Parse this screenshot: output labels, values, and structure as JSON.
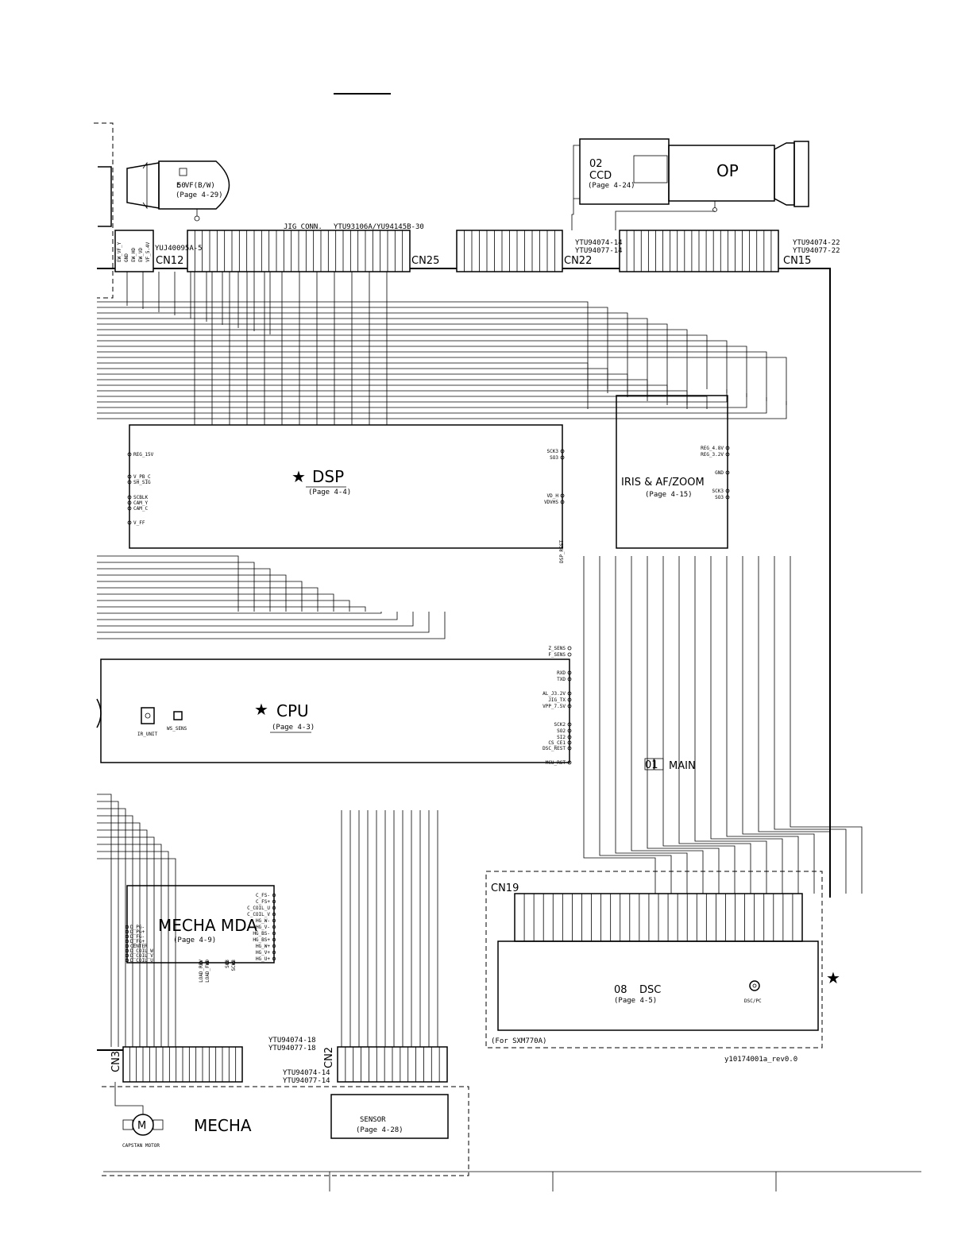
{
  "evf": {
    "badge": "50",
    "name": "E VF(B/W)",
    "page": "(Page 4-29)"
  },
  "ccd": {
    "badge": "02",
    "name": "CCD",
    "page": "(Page 4-24)"
  },
  "op": {
    "name": "OP"
  },
  "dsp": {
    "name": "DSP",
    "page": "(Page 4-4)"
  },
  "iris": {
    "name": "IRIS & AF/ZOOM",
    "page": "(Page 4-15)"
  },
  "cpu": {
    "name": "CPU",
    "page": "(Page 4-3)"
  },
  "main": {
    "badge": "01",
    "name": "MAIN"
  },
  "mecha_mda": {
    "name": "MECHA MDA",
    "page": "(Page 4-9)"
  },
  "dsc": {
    "badge": "08",
    "name": "DSC",
    "page": "(Page 4-5)",
    "jack": "DSC/PC",
    "note": "(For SXM770A)"
  },
  "sensor": {
    "name": "SENSOR",
    "page": "(Page 4-28)"
  },
  "mecha": {
    "name": "MECHA",
    "motor": "CAPSTAN MOTOR"
  },
  "ir_unit": "IR_UNIT",
  "ws_sens": "WS_SENS",
  "connectors": {
    "cn12": {
      "label": "CN12",
      "part": "YUJ40095A-5",
      "pins": [
        "EW_VF_Y",
        "GND",
        "EW_HD",
        "EW_VD",
        "VF_5.4V"
      ]
    },
    "cn25": {
      "label": "CN25",
      "part": "YTU93106A/YU94145B-30",
      "jig": "JIG_CONN."
    },
    "cn22": {
      "label": "CN22",
      "part1": "YTU94074-14",
      "part2": "YTU94077-14"
    },
    "cn15": {
      "label": "CN15",
      "part1": "YTU94074-22",
      "part2": "YTU94077-22"
    },
    "cn19": {
      "label": "CN19"
    },
    "cn3": {
      "label": "CN3",
      "part1": "YTU94074-18",
      "part2": "YTU94077-18"
    },
    "cn2": {
      "label": "CN2",
      "part1": "YTU94074-14",
      "part2": "YTU94077-14"
    }
  },
  "dsp_left_pins": [
    "REG_15V",
    "V_PB_C",
    "SH_SIG",
    "SCBLK",
    "CAM_Y",
    "CAM_C",
    "V_FF"
  ],
  "dsp_right_pins": [
    "SCK3",
    "SO3",
    "VD_H",
    "VDVHS"
  ],
  "dsp_bottom_right": "DSP_REST",
  "iris_right_pins": [
    "REG_4.8V",
    "REG_3.2V",
    "GND",
    "SCK3",
    "SO3"
  ],
  "cpu_right_pins": [
    "Z_SENS",
    "F_SENS",
    "RXD",
    "TXD",
    "AL_J3.2V",
    "JIG_TX",
    "VPP_7.5V",
    "SCK2",
    "SO2",
    "SI2",
    "CS_CE1",
    "DSC_REST",
    "MCU_RST"
  ],
  "mecha_left_pins": [
    "D_PG-",
    "D_PG+",
    "D_FG-",
    "D_FG+",
    "CENTER",
    "D_COIL_W",
    "D_COIL_V",
    "D_COIL_U"
  ],
  "mecha_right_pins": [
    "C_FS-",
    "C_FS+",
    "C_COIL_U",
    "C_COIL_V",
    "HG_W-",
    "HG_V-",
    "HG_BS-",
    "HG_BS+",
    "HG_W+",
    "HG_V+",
    "HG_U+"
  ],
  "mecha_bottom_pins": [
    "LOAD_REV",
    "LOAD_FWD",
    "SO3",
    "SCK3"
  ],
  "footer_id": "y10174001a_rev0.0"
}
